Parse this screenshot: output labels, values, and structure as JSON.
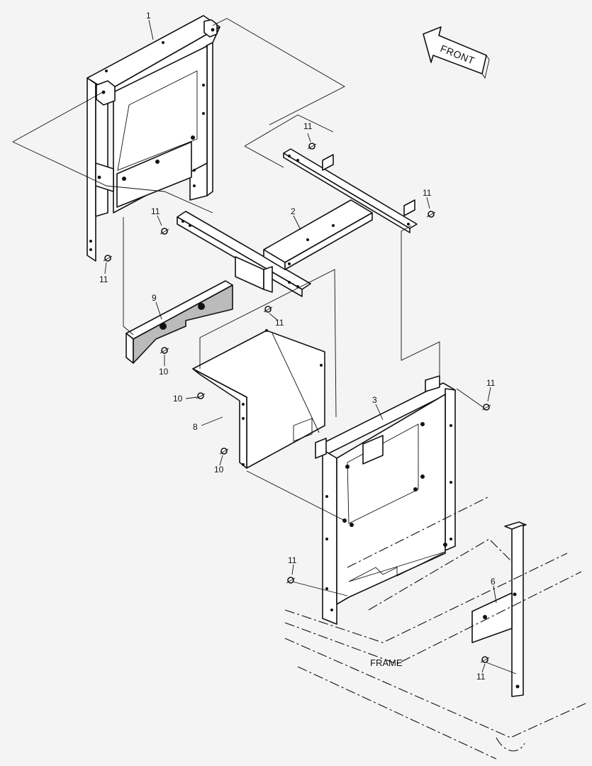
{
  "orientation": {
    "label": "FRONT"
  },
  "frame_label": "FRAME",
  "callouts": [
    "1",
    "2",
    "3",
    "6",
    "8",
    "9",
    "10",
    "10",
    "10",
    "11",
    "11",
    "11",
    "11",
    "11",
    "11",
    "11",
    "11"
  ]
}
